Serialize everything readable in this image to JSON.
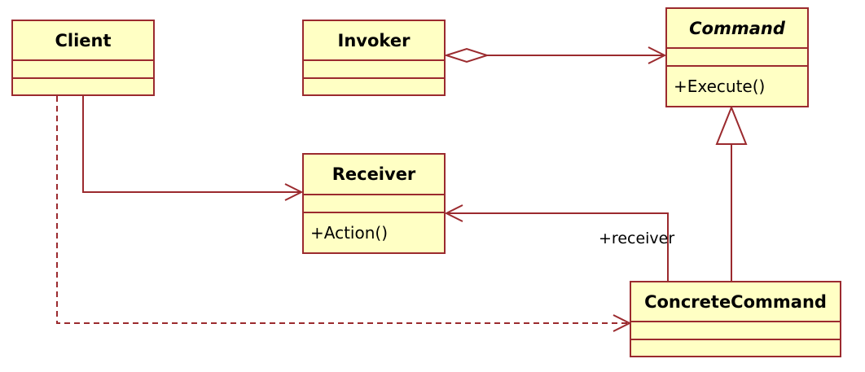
{
  "colors": {
    "border": "#9b2a2e",
    "fill": "#ffffc4",
    "line": "#9b2a2e"
  },
  "classes": {
    "client": {
      "name": "Client"
    },
    "invoker": {
      "name": "Invoker"
    },
    "command": {
      "name": "Command",
      "op": "+Execute()"
    },
    "receiver": {
      "name": "Receiver",
      "op": "+Action()"
    },
    "concrete": {
      "name": "ConcreteCommand"
    }
  },
  "labels": {
    "receiver_role": "+receiver"
  }
}
